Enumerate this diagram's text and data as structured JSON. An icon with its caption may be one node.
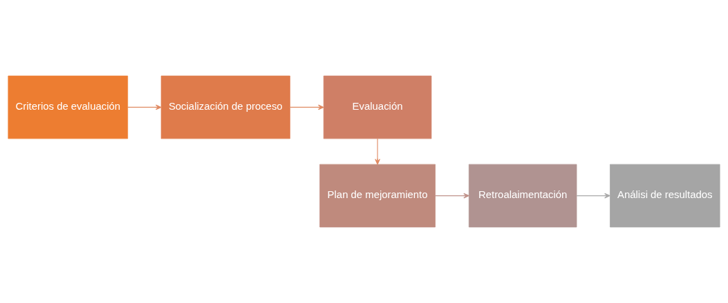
{
  "diagram": {
    "nodes": [
      {
        "text": [
          "Criterios de evaluación"
        ]
      },
      {
        "text": [
          "Socialización de proceso"
        ]
      },
      {
        "text": [
          "Evaluación"
        ]
      },
      {
        "text": [
          "Plan de mejoramiento"
        ]
      },
      {
        "text": [
          "Retroalaimentación"
        ]
      },
      {
        "text": [
          "Análisi de resultados"
        ]
      }
    ],
    "edges": [
      {
        "from": 0,
        "to": 1,
        "arrow": "to"
      },
      {
        "from": 1,
        "to": 2,
        "arrow": "to"
      },
      {
        "from": 2,
        "to": 3,
        "arrow": "to"
      },
      {
        "from": 3,
        "to": 4,
        "arrow": "to",
        "color": "#c0928a"
      },
      {
        "from": 4,
        "to": 5,
        "arrow": "to",
        "color": "#a9a9a9"
      }
    ]
  }
}
